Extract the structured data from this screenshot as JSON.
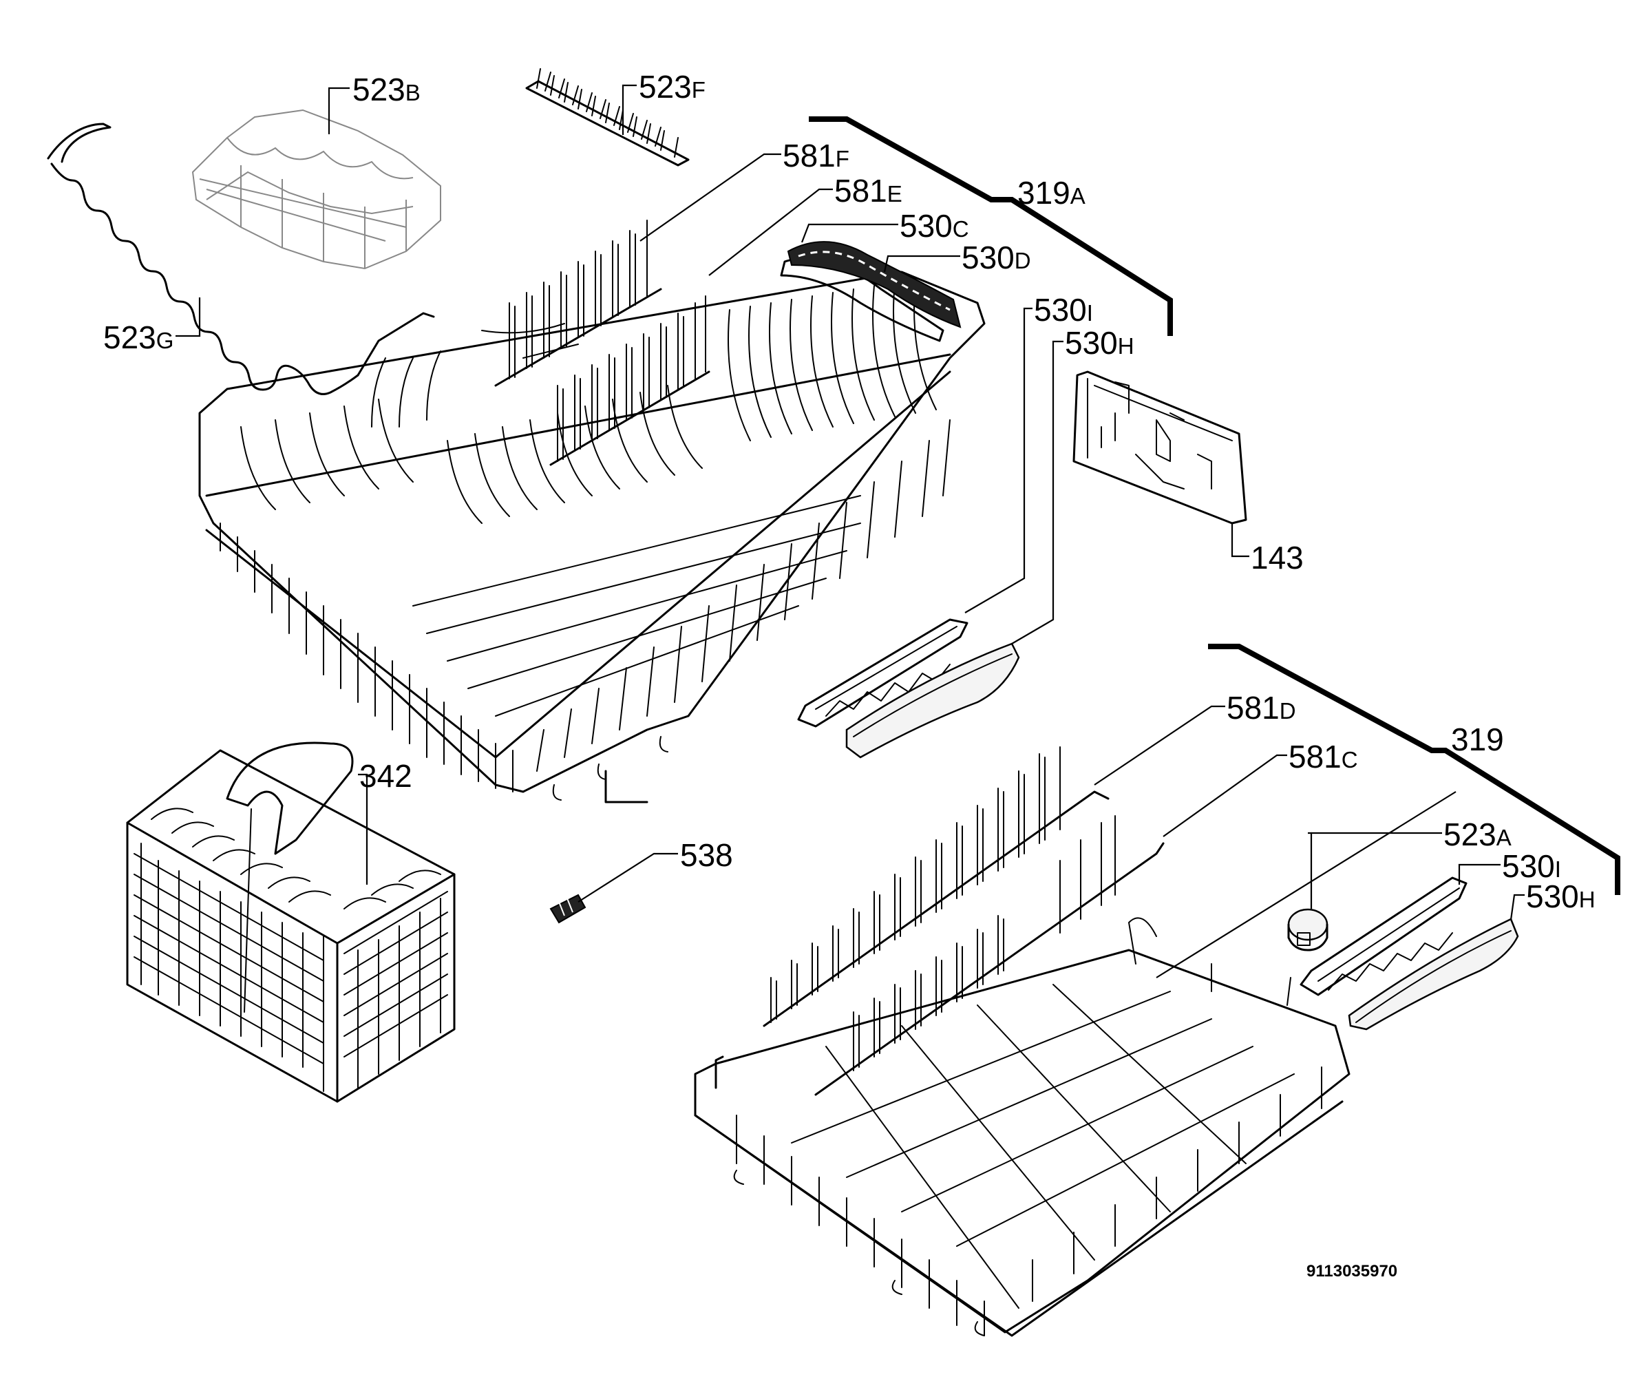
{
  "drawing_number": "9113035970",
  "labels": [
    {
      "id": "523B",
      "num": "523",
      "sfx": "B"
    },
    {
      "id": "523F",
      "num": "523",
      "sfx": "F"
    },
    {
      "id": "581F",
      "num": "581",
      "sfx": "F"
    },
    {
      "id": "581E",
      "num": "581",
      "sfx": "E"
    },
    {
      "id": "319A",
      "num": "319",
      "sfx": "A"
    },
    {
      "id": "530C",
      "num": "530",
      "sfx": "C"
    },
    {
      "id": "530D",
      "num": "530",
      "sfx": "D"
    },
    {
      "id": "523G",
      "num": "523",
      "sfx": "G"
    },
    {
      "id": "530I-upper",
      "num": "530",
      "sfx": "I"
    },
    {
      "id": "530H-upper",
      "num": "530",
      "sfx": "H"
    },
    {
      "id": "143",
      "num": "143",
      "sfx": ""
    },
    {
      "id": "581D",
      "num": "581",
      "sfx": "D"
    },
    {
      "id": "319",
      "num": "319",
      "sfx": ""
    },
    {
      "id": "581C",
      "num": "581",
      "sfx": "C"
    },
    {
      "id": "342",
      "num": "342",
      "sfx": ""
    },
    {
      "id": "523A",
      "num": "523",
      "sfx": "A"
    },
    {
      "id": "538",
      "num": "538",
      "sfx": ""
    },
    {
      "id": "530I-lower",
      "num": "530",
      "sfx": "I"
    },
    {
      "id": "530H-lower",
      "num": "530",
      "sfx": "H"
    }
  ]
}
